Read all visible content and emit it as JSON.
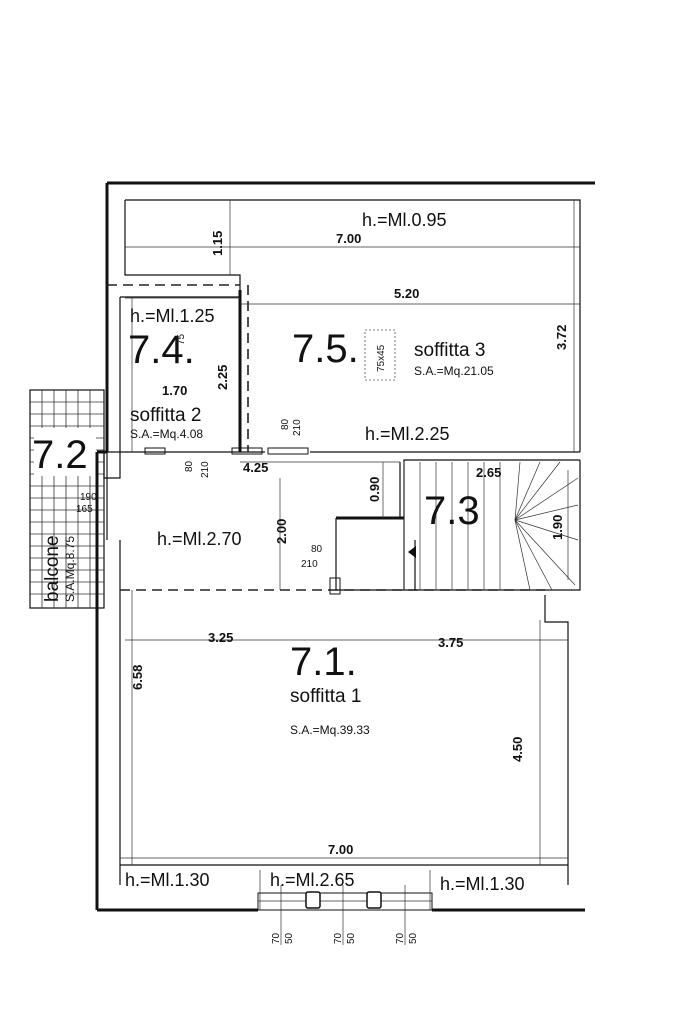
{
  "rooms": {
    "r71": {
      "code": "7.1.",
      "name": "soffitta 1",
      "area": "S.A.=Mq.39.33"
    },
    "r72": {
      "code": "7.2",
      "name": "balcone",
      "area": "S.A.Mq.8.75"
    },
    "r73": {
      "code": "7.3"
    },
    "r74": {
      "code": "7.4.",
      "name": "soffitta 2",
      "area": "S.A.=Mq.4.08"
    },
    "r75": {
      "code": "7.5.",
      "name": "soffitta 3",
      "area": "S.A.=Mq.21.05"
    }
  },
  "heights": {
    "top": "h.=Ml.0.95",
    "s2": "h.=Ml.1.25",
    "mid": "h.=Ml.2.25",
    "corridor": "h.=Ml.2.70",
    "bottom_left": "h.=Ml.1.30",
    "bottom_center": "h.=Ml.2.65",
    "bottom_right": "h.=Ml.1.30"
  },
  "dimensions": {
    "d115": "1.15",
    "d700_top": "7.00",
    "d520": "5.20",
    "d372": "3.72",
    "d225": "2.25",
    "d170": "1.70",
    "d425": "4.25",
    "d090": "0.90",
    "d265": "2.65",
    "d190": "1.90",
    "d200": "2.00",
    "d325": "3.25",
    "d375": "3.75",
    "d658": "6.58",
    "d450": "4.50",
    "d700_bottom": "7.00"
  },
  "openings": {
    "skylight": "75x45",
    "v75": "75",
    "d80a": "80",
    "d210a": "210",
    "d80b": "80",
    "d210b": "210",
    "d80c": "80",
    "d210c": "210",
    "b190": "190",
    "b165": "165",
    "w70a": "70",
    "w50a": "50",
    "w70b": "70",
    "w50b": "50",
    "w70c": "70",
    "w50c": "50"
  }
}
